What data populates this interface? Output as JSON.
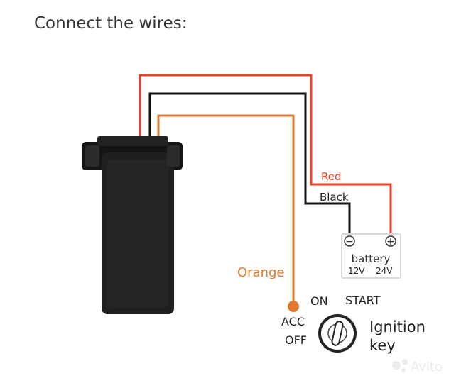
{
  "heading": "Connect the wires:",
  "colors": {
    "red_wire": "#e8452b",
    "black_wire": "#111111",
    "orange_wire": "#e07a2f",
    "device_body": "#1f1f1f",
    "battery_border": "#d9d9d9",
    "label_text": "#333333",
    "watermark": "#dddddd"
  },
  "device": {
    "icon": "gps-tracker-icon"
  },
  "wires": {
    "red_label": "Red",
    "black_label": "Black",
    "orange_label": "Orange"
  },
  "battery": {
    "label": "battery",
    "negative_symbol": "−",
    "positive_symbol": "+",
    "voltage_12": "12V",
    "voltage_24": "24V"
  },
  "ignition": {
    "pos_on": "ON",
    "pos_start": "START",
    "pos_acc": "ACC",
    "pos_off": "OFF",
    "title_line1": "Ignition",
    "title_line2": "key"
  },
  "watermark": {
    "text": "Avito"
  }
}
